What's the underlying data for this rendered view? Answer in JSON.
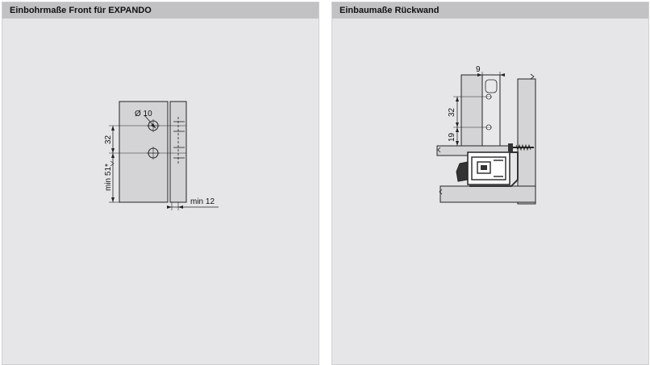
{
  "panels": {
    "left": {
      "title": "Einbohrmaße Front für EXPANDO",
      "labels": {
        "hole_diameter": "Ø 10",
        "hole_spacing": "32",
        "min_height": "min 51*",
        "min_thickness": "min 12"
      }
    },
    "right": {
      "title": "Einbaumaße Rückwand",
      "labels": {
        "offset": "9",
        "hole_spacing": "32",
        "bottom_offset": "19"
      }
    }
  },
  "colors": {
    "panel_bg": "#e6e6e8",
    "header_bg": "#c2c2c4",
    "part_fill": "#d4d4d6",
    "line": "#222222",
    "runner_dark": "#333333"
  }
}
